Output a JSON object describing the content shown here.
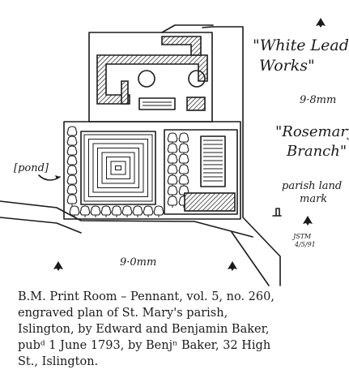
{
  "labels": {
    "white_lead_works_line1": "\"White Lead",
    "white_lead_works_line2": "Works\"",
    "rosemary_branch_line1": "\"Rosemary",
    "rosemary_branch_line2": "Branch\"",
    "pond": "[pond]",
    "parish_land_mark_line1": "parish land",
    "parish_land_mark_line2": "mark",
    "measure_top_right": "9·8mm",
    "measure_bottom": "9·0mm",
    "initials": "JSTM",
    "date": "4/5/91"
  },
  "caption": {
    "line1": "B.M. Print Room – Pennant, vol. 5, no. 260,",
    "line2": "engraved plan of St. Mary's parish,",
    "line3": "Islington, by Edward and Benjamin Baker,",
    "line4": "pubᵈ 1 June 1793, by Benjⁿ Baker, 32 High",
    "line5": "St., Islington."
  },
  "icons": [
    "north-arrow-icon",
    "parish-land-mark-icon",
    "pond-arrow-icon"
  ]
}
